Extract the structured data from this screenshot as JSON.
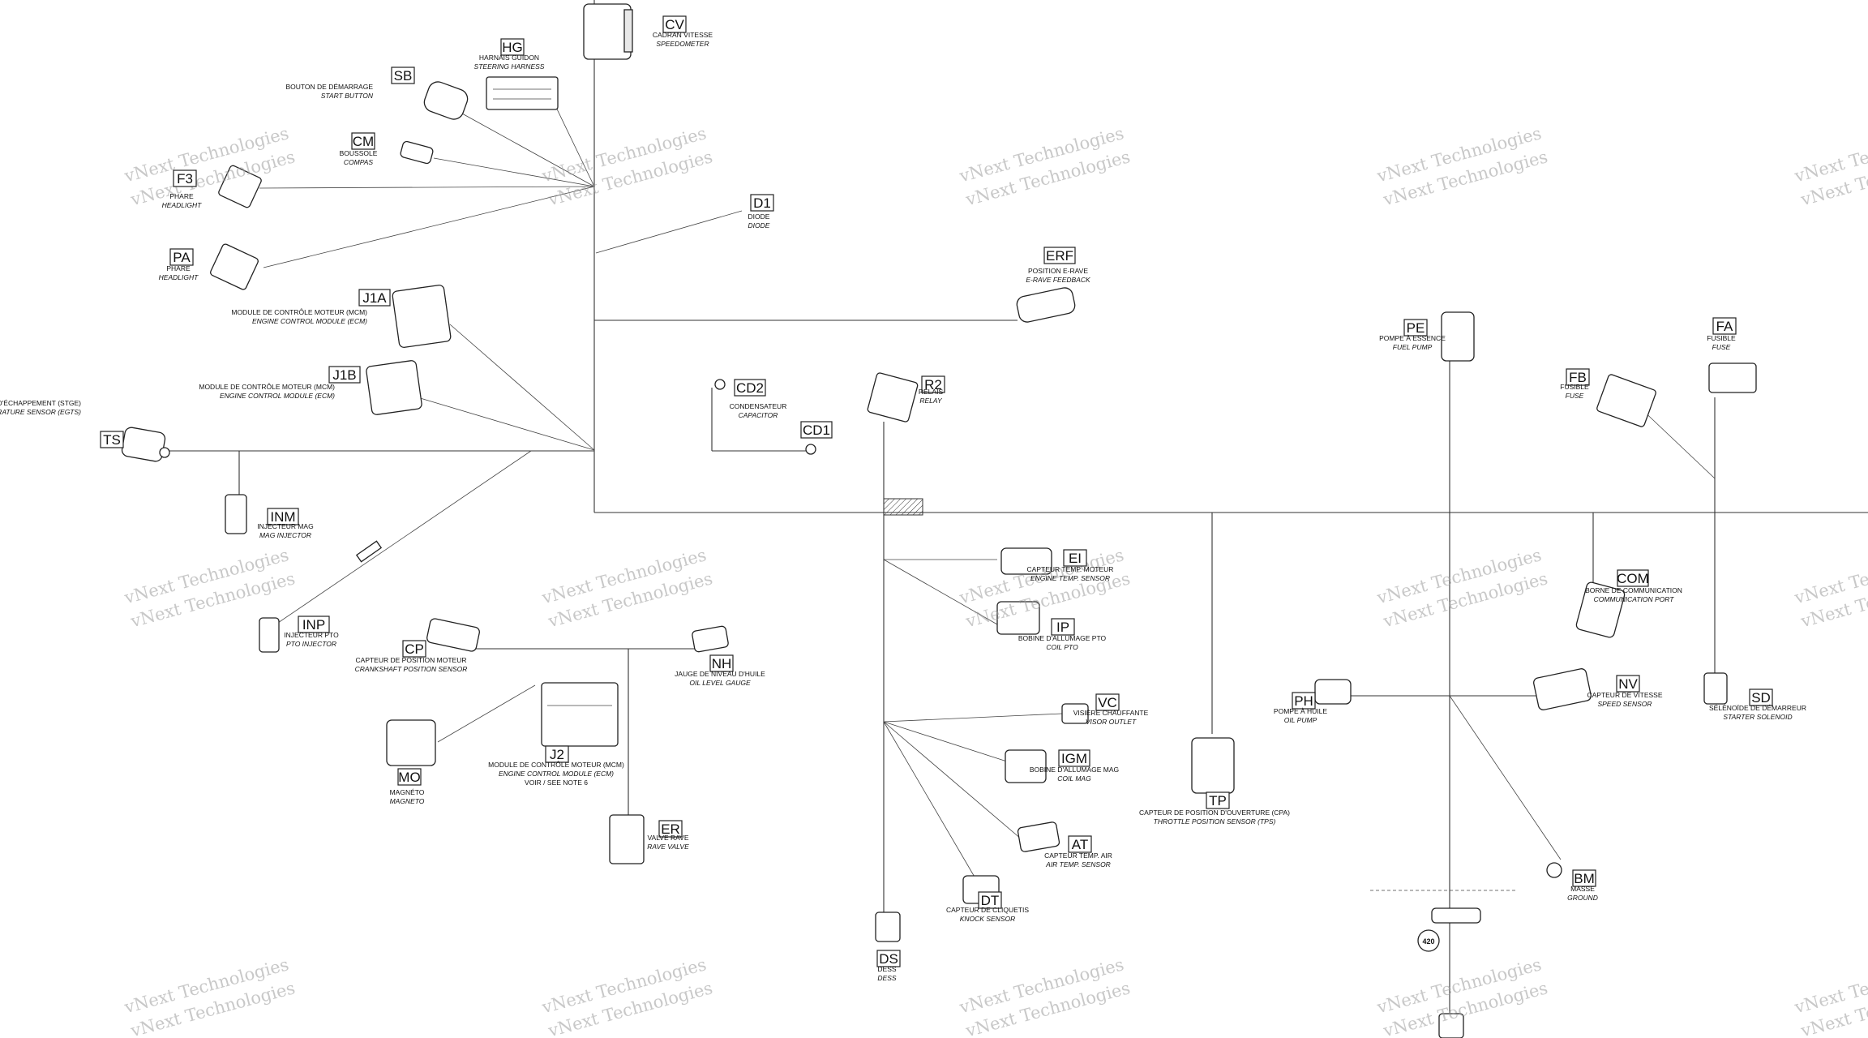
{
  "watermark": "vNext Technologies",
  "components": [
    {
      "code": "CV",
      "fr": "CADRAN VITESSE",
      "en": "SPEEDOMETER"
    },
    {
      "code": "HG",
      "fr": "HARNAIS GUIDON",
      "en": "STEERING HARNESS"
    },
    {
      "code": "SB",
      "fr": "BOUTON DE DÉMARRAGE",
      "en": "START BUTTON"
    },
    {
      "code": "CM",
      "fr": "BOUSSOLE",
      "en": "COMPAS"
    },
    {
      "code": "F3",
      "fr": "PHARE",
      "en": "HEADLIGHT"
    },
    {
      "code": "PA",
      "fr": "PHARE",
      "en": "HEADLIGHT"
    },
    {
      "code": "D1",
      "fr": "DIODE",
      "en": "DIODE"
    },
    {
      "code": "J1A",
      "fr": "MODULE DE CONTRÔLE MOTEUR (MCM)",
      "en": "ENGINE CONTROL MODULE (ECM)"
    },
    {
      "code": "J1B",
      "fr": "MODULE DE CONTRÔLE MOTEUR (MCM)",
      "en": "ENGINE CONTROL MODULE (ECM)"
    },
    {
      "code": "ERF",
      "fr": "POSITION E-RAVE",
      "en": "E-RAVE FEEDBACK"
    },
    {
      "code": "CD2",
      "fr": "",
      "en": ""
    },
    {
      "code": "CD1",
      "fr": "CONDENSATEUR",
      "en": "CAPACITOR"
    },
    {
      "code": "R2",
      "fr": "RELAIS",
      "en": "RELAY"
    },
    {
      "code": "TS",
      "fr": "CAPTEUR DE TEMPÉRATURE DE GAZ D'ÉCHAPPEMENT (STGE)",
      "en": "EXHAUST TEMPERATURE SENSOR (EGTS)"
    },
    {
      "code": "INM",
      "fr": "INJECTEUR MAG",
      "en": "MAG INJECTOR"
    },
    {
      "code": "INP",
      "fr": "INJECTEUR PTO",
      "en": "PTO INJECTOR"
    },
    {
      "code": "CP",
      "fr": "CAPTEUR DE POSITION MOTEUR",
      "en": "CRANKSHAFT POSITION SENSOR"
    },
    {
      "code": "NH",
      "fr": "JAUGE DE NIVEAU D'HUILE",
      "en": "OIL LEVEL GAUGE"
    },
    {
      "code": "MO",
      "fr": "MAGNÉTO",
      "en": "MAGNETO"
    },
    {
      "code": "J2",
      "fr": "MODULE DE CONTRÔLE MOTEUR (MCM)",
      "en": "ENGINE CONTROL MODULE (ECM)",
      "note": "VOIR / SEE NOTE 6"
    },
    {
      "code": "ER",
      "fr": "VALVE RAVE",
      "en": "RAVE VALVE"
    },
    {
      "code": "EI",
      "fr": "CAPTEUR TEMP. MOTEUR",
      "en": "ENGINE TEMP. SENSOR"
    },
    {
      "code": "IP",
      "fr": "BOBINE D'ALLUMAGE PTO",
      "en": "COIL PTO"
    },
    {
      "code": "VC",
      "fr": "VISIÈRE CHAUFFANTE",
      "en": "VISOR OUTLET"
    },
    {
      "code": "IGM",
      "fr": "BOBINE D'ALLUMAGE MAG",
      "en": "COIL MAG"
    },
    {
      "code": "AT",
      "fr": "CAPTEUR TEMP. AIR",
      "en": "AIR TEMP. SENSOR"
    },
    {
      "code": "DT",
      "fr": "CAPTEUR DE CLIQUETIS",
      "en": "KNOCK SENSOR"
    },
    {
      "code": "DS",
      "fr": "DESS",
      "en": "DESS"
    },
    {
      "code": "TP",
      "fr": "CAPTEUR DE POSITION D'OUVERTURE (CPA)",
      "en": "THROTTLE POSITION SENSOR (TPS)"
    },
    {
      "code": "PE",
      "fr": "POMPE À ESSENCE",
      "en": "FUEL PUMP"
    },
    {
      "code": "FB",
      "fr": "FUSIBLE",
      "en": "FUSE"
    },
    {
      "code": "FA",
      "fr": "FUSIBLE",
      "en": "FUSE"
    },
    {
      "code": "COM",
      "fr": "BORNE DE COMMUNICATION",
      "en": "COMMUNICATION PORT"
    },
    {
      "code": "PH",
      "fr": "POMPE À HUILE",
      "en": "OIL PUMP"
    },
    {
      "code": "NV",
      "fr": "CAPTEUR DE VITESSE",
      "en": "SPEED SENSOR"
    },
    {
      "code": "SD",
      "fr": "SÉLÉNOÏDE DE DÉMARREUR",
      "en": "STARTER SOLENOID"
    },
    {
      "code": "BM",
      "fr": "MASSE",
      "en": "GROUND"
    }
  ],
  "callout_number": "420"
}
